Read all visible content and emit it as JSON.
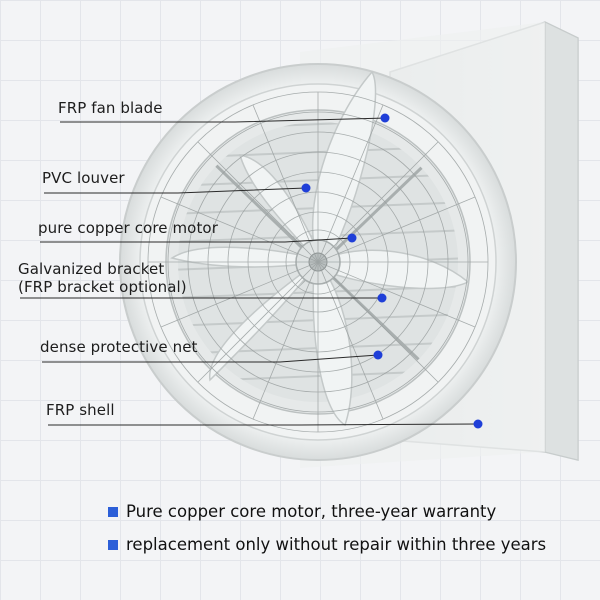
{
  "callouts": [
    {
      "id": "fan-blade",
      "lines": [
        "FRP fan blade"
      ]
    },
    {
      "id": "pvc-louver",
      "lines": [
        "PVC louver"
      ]
    },
    {
      "id": "copper-motor",
      "lines": [
        "pure copper core motor"
      ]
    },
    {
      "id": "galvanized-bracket",
      "lines": [
        "Galvanized bracket",
        "(FRP bracket optional)"
      ]
    },
    {
      "id": "protective-net",
      "lines": [
        "dense protective net"
      ]
    },
    {
      "id": "frp-shell",
      "lines": [
        "FRP shell"
      ]
    }
  ],
  "features": [
    "Pure copper core motor, three-year warranty",
    "replacement only without repair within three years"
  ],
  "colors": {
    "marker_dot": "#1f3fd8",
    "bullet": "#2c5fd8",
    "shell": "#e9ecec",
    "blade": "#eef2f2"
  }
}
